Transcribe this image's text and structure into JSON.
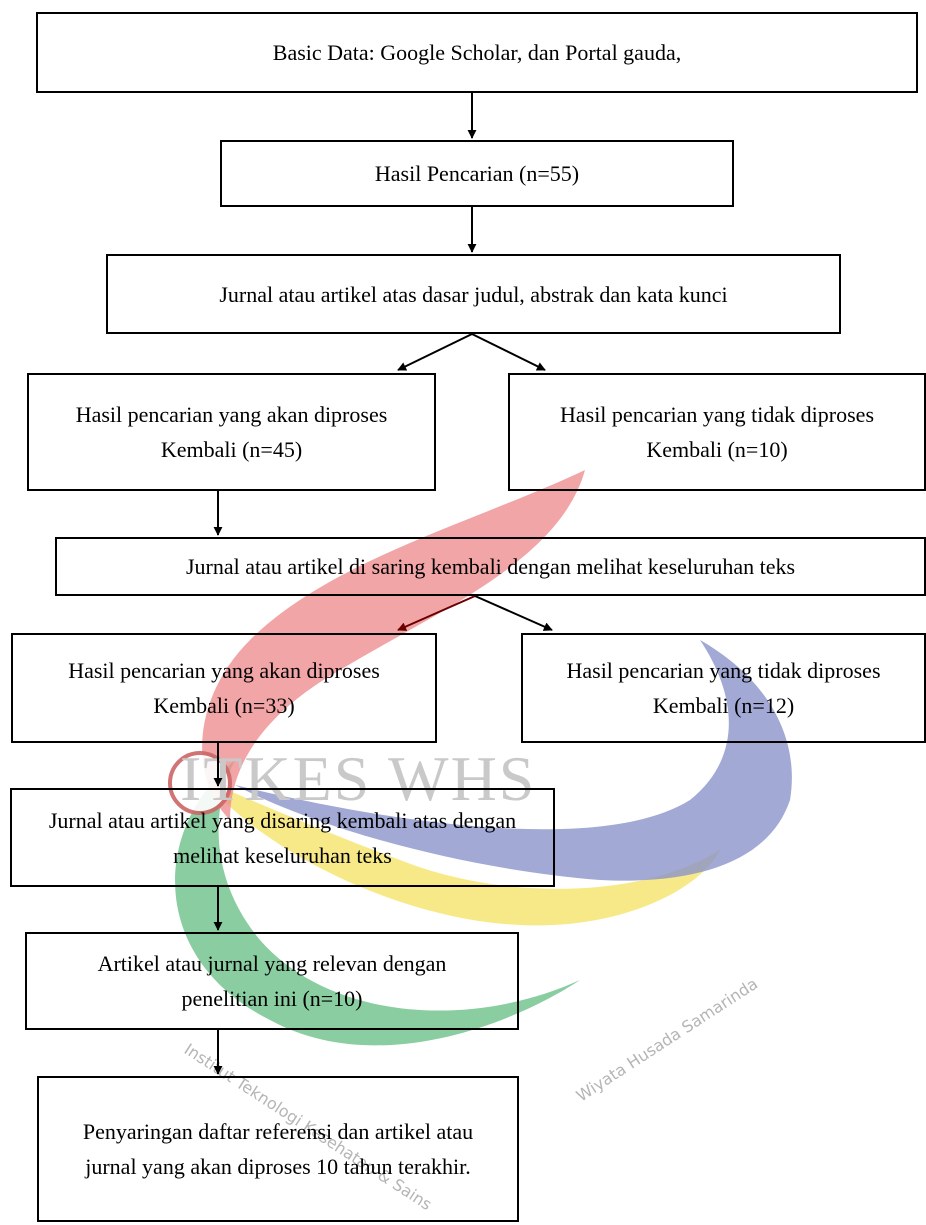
{
  "nodes": {
    "basic_data": "Basic Data: Google Scholar, dan Portal gauda,",
    "search_results": "Hasil Pencarian (n=55)",
    "screen_title": "Jurnal atau artikel atas dasar judul, abstrak dan kata kunci",
    "processed_1": "Hasil pencarian yang akan diproses Kembali (n=45)",
    "not_processed_1": "Hasil pencarian yang tidak diproses Kembali (n=10)",
    "screen_fulltext": "Jurnal atau artikel di saring kembali dengan melihat keseluruhan teks",
    "processed_2": "Hasil pencarian yang akan diproses Kembali (n=33)",
    "not_processed_2": "Hasil pencarian yang tidak diproses Kembali (n=12)",
    "rescreen": "Jurnal atau artikel yang disaring kembali atas dengan melihat keseluruhan teks",
    "relevant": "Artikel atau jurnal yang relevan dengan penelitian ini (n=10)",
    "final": "Penyaringan daftar referensi dan artikel atau jurnal yang akan diproses 10 tahun terakhir."
  },
  "watermark": {
    "text": "ITKES WHS",
    "subtitle_left": "Institut Teknologi Kesehatan & Sains",
    "subtitle_right": "Wiyata Husada Samarinda",
    "colors": {
      "red": "#ee8f90",
      "blue": "#8a93c9",
      "yellow": "#f5e46a",
      "green": "#6cc08a"
    }
  }
}
